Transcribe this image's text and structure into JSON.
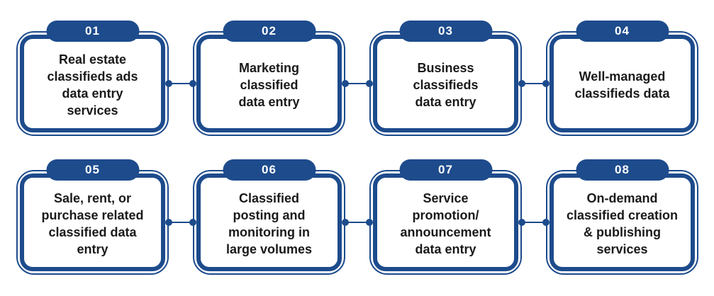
{
  "diagram": {
    "accent_color": "#1d4b8c",
    "text_color": "#1a1a1a",
    "background_color": "#ffffff"
  },
  "steps": [
    {
      "number": "01",
      "label": "Real estate\nclassifieds ads\ndata entry\nservices"
    },
    {
      "number": "02",
      "label": "Marketing\nclassified\ndata entry"
    },
    {
      "number": "03",
      "label": "Business\nclassifieds\ndata entry"
    },
    {
      "number": "04",
      "label": "Well-managed\nclassifieds data"
    },
    {
      "number": "05",
      "label": "Sale, rent, or\npurchase related\nclassified data\nentry"
    },
    {
      "number": "06",
      "label": "Classified\nposting and\nmonitoring in\nlarge volumes"
    },
    {
      "number": "07",
      "label": "Service\npromotion/\nannouncement\ndata entry"
    },
    {
      "number": "08",
      "label": "On-demand\nclassified creation\n& publishing\nservices"
    }
  ]
}
